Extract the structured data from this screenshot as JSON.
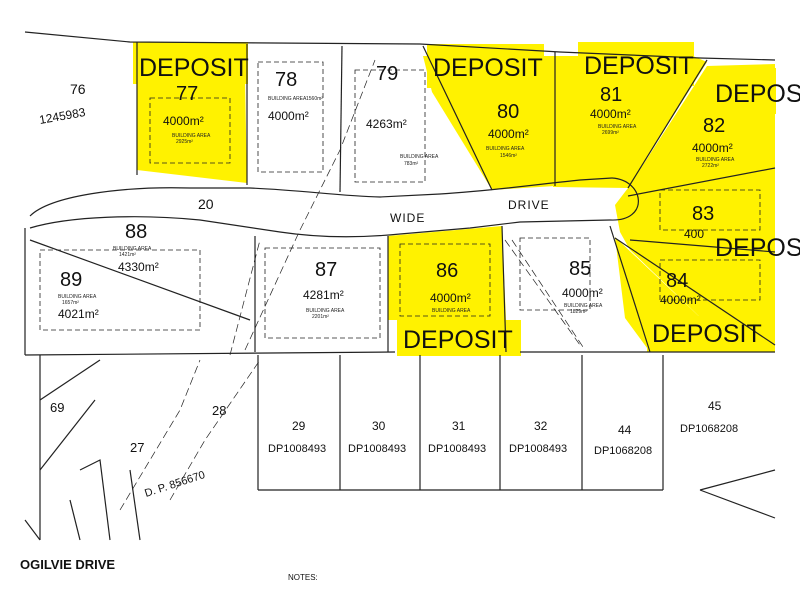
{
  "deposit_label": "DEPOSIT",
  "colors": {
    "deposit": "#fff200",
    "lines": "#222222",
    "paper": "#ffffff"
  },
  "roads": {
    "drive": "DRIVE",
    "wide": "WIDE",
    "road_lot": "20",
    "street": "OGILVIE DRIVE"
  },
  "notes_title": "NOTES:",
  "lots": {
    "76": {
      "number": "76",
      "ref": "1245983"
    },
    "77": {
      "number": "77",
      "area": "4000m²",
      "building_area": "BUILDING AREA",
      "building_value": "2925m²"
    },
    "78": {
      "number": "78",
      "area": "4000m²",
      "building_area": "BUILDING AREA",
      "building_value": "1560m²"
    },
    "79": {
      "number": "79",
      "area": "4263m²",
      "building_area": "BUILDING AREA",
      "building_value": "783m²"
    },
    "80": {
      "number": "80",
      "area": "4000m²",
      "building_area": "BUILDING AREA",
      "building_value": "1546m²"
    },
    "81": {
      "number": "81",
      "area": "4000m²",
      "building_area": "BUILDING AREA",
      "building_value": "2699m²"
    },
    "82": {
      "number": "82",
      "area": "4000m²",
      "building_area": "BUILDING AREA",
      "building_value": "2722m²"
    },
    "83": {
      "number": "83",
      "area": "400"
    },
    "84": {
      "number": "84",
      "area": "4000m²"
    },
    "85": {
      "number": "85",
      "area": "4000m²",
      "building_area": "BUILDING AREA",
      "building_value": "1829m²"
    },
    "86": {
      "number": "86",
      "area": "4000m²",
      "building_area": "BUILDING AREA"
    },
    "87": {
      "number": "87",
      "area": "4281m²",
      "building_area": "BUILDING AREA",
      "building_value": "2201m²"
    },
    "88": {
      "number": "88",
      "area": "4330m²",
      "building_area": "BUILDING AREA",
      "building_value": "1421m²"
    },
    "89": {
      "number": "89",
      "area": "4021m²",
      "building_area": "BUILDING AREA",
      "building_value": "1657m²"
    }
  },
  "neighbour_lots": [
    {
      "number": "69"
    },
    {
      "number": "27"
    },
    {
      "number": "28"
    },
    {
      "number": "29",
      "dp": "DP1008493"
    },
    {
      "number": "30",
      "dp": "DP1008493"
    },
    {
      "number": "31",
      "dp": "DP1008493"
    },
    {
      "number": "32",
      "dp": "DP1008493"
    },
    {
      "number": "44",
      "dp": "DP1068208"
    },
    {
      "number": "45",
      "dp": "DP1068208"
    }
  ],
  "dp_856670": "D. P.  856670"
}
